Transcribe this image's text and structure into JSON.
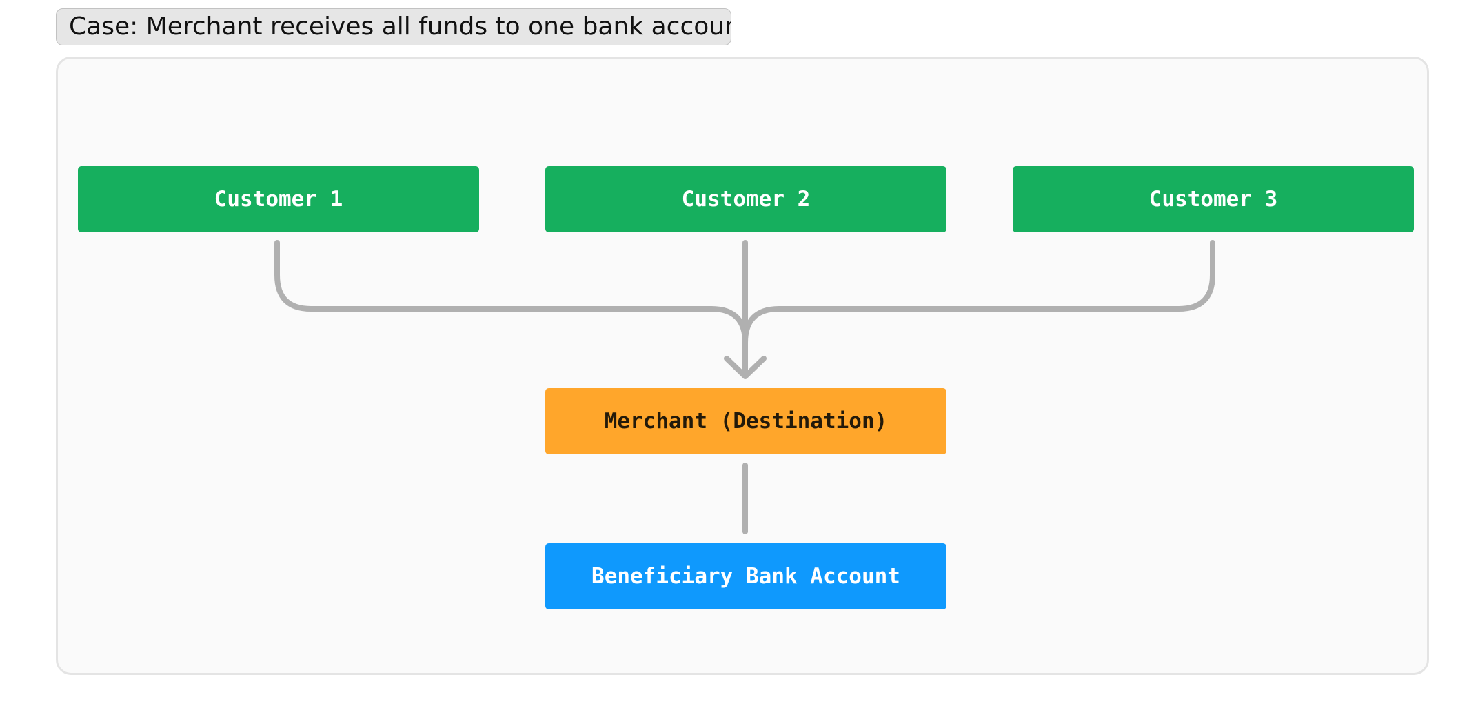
{
  "case_label": "Case: Merchant receives all funds to one bank account",
  "nodes": {
    "customer_1": "Customer 1",
    "customer_2": "Customer 2",
    "customer_3": "Customer 3",
    "merchant": "Merchant (Destination)",
    "bank": "Beneficiary Bank Account"
  },
  "colors": {
    "customer": "#16af5e",
    "merchant": "#ffa62b",
    "bank": "#0f99fd",
    "connector": "#b0b0b0"
  },
  "edges": [
    {
      "from": "customer_1",
      "to": "merchant",
      "arrow": true
    },
    {
      "from": "customer_2",
      "to": "merchant",
      "arrow": true
    },
    {
      "from": "customer_3",
      "to": "merchant",
      "arrow": true
    },
    {
      "from": "merchant",
      "to": "bank",
      "arrow": false
    }
  ]
}
